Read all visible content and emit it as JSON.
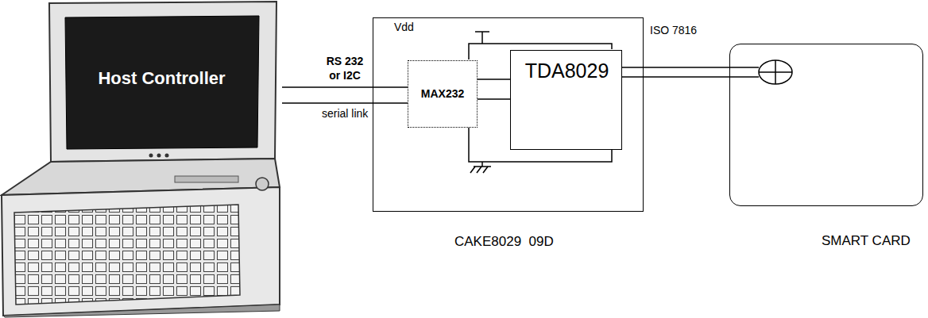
{
  "diagram": {
    "nodes": [
      {
        "text": [
          "Host Controller"
        ]
      },
      {
        "text": [
          "CAKE8029  09D"
        ]
      },
      {
        "text": [
          "MAX232"
        ],
        "in": 1
      },
      {
        "text": [
          "TDA8029"
        ],
        "in": 1
      },
      {
        "text": [
          "SMART CARD"
        ]
      }
    ],
    "edges": [
      {
        "from": 0,
        "to": 2,
        "arrow": "none",
        "label": "RS 232 or I2C"
      },
      {
        "from": 0,
        "to": 2,
        "arrow": "none",
        "label": "serial link"
      },
      {
        "from": 2,
        "to": 3,
        "arrow": "none"
      },
      {
        "from": 2,
        "to": 3,
        "arrow": "none"
      },
      {
        "from": 3,
        "to": 4,
        "arrow": "none"
      },
      {
        "from": 3,
        "to": 4,
        "arrow": "none"
      }
    ],
    "labels": [
      "Vdd",
      "ISO 7816"
    ]
  }
}
